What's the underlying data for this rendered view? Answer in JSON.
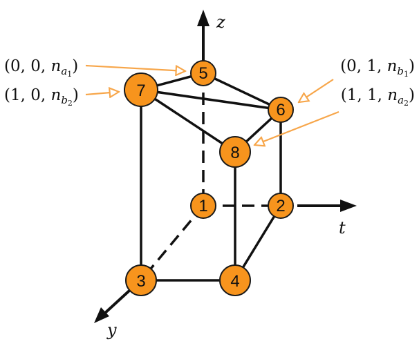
{
  "colors": {
    "node_fill": "#f7941d",
    "node_stroke": "#1a1a1a",
    "edge": "#111111",
    "pointer": "#f7a64a"
  },
  "axes": {
    "z": "z",
    "t": "t",
    "y": "y"
  },
  "nodes": {
    "n1": "1",
    "n2": "2",
    "n3": "3",
    "n4": "4",
    "n5": "5",
    "n6": "6",
    "n7": "7",
    "n8": "8"
  },
  "labels": {
    "a": {
      "open": "(0, 0, ",
      "n": "n",
      "sub": "a",
      "subsub": "1",
      "close": ")"
    },
    "b": {
      "open": "(1, 0, ",
      "n": "n",
      "sub": "b",
      "subsub": "2",
      "close": ")"
    },
    "c": {
      "open": "(0, 1, ",
      "n": "n",
      "sub": "b",
      "subsub": "1",
      "close": ")"
    },
    "d": {
      "open": "(1, 1, ",
      "n": "n",
      "sub": "a",
      "subsub": "2",
      "close": ")"
    }
  }
}
